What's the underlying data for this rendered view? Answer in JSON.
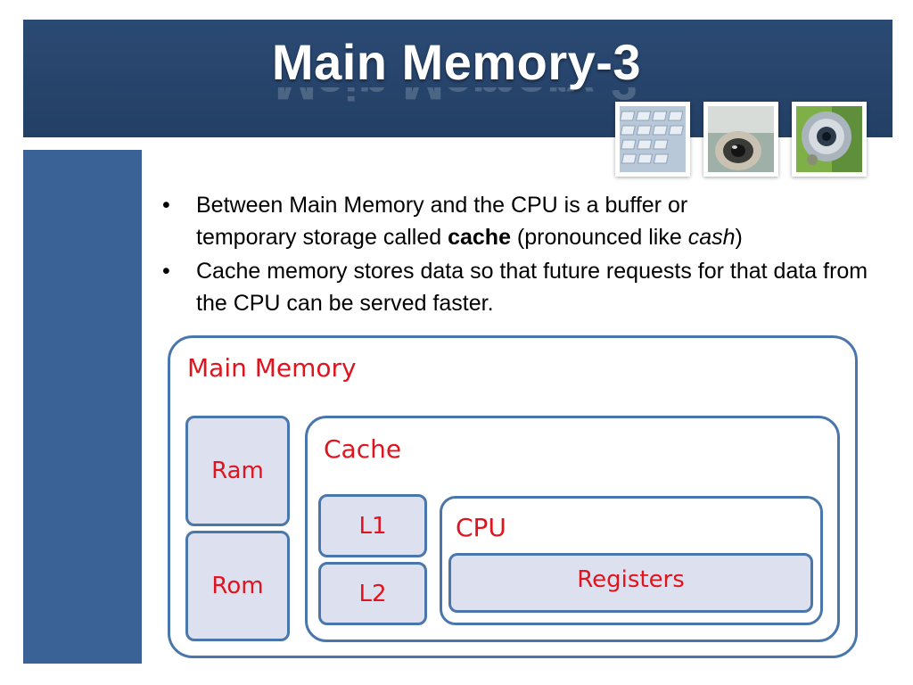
{
  "slide": {
    "title": "Main Memory-3"
  },
  "thumbnails": [
    {
      "icon": "keyboard-photo-icon"
    },
    {
      "icon": "camera-lens-photo-icon"
    },
    {
      "icon": "webcam-photo-icon"
    }
  ],
  "bullets": [
    {
      "part1": "Between Main Memory and the CPU is a buffer or temporary storage called ",
      "bold": "cache",
      "part2": " (pronounced like ",
      "italic": "cash",
      "part3": ")"
    },
    {
      "text": "Cache memory stores data so that future requests for that data from the CPU can be served faster."
    }
  ],
  "diagram": {
    "main_memory": "Main Memory",
    "ram": "Ram",
    "rom": "Rom",
    "cache": "Cache",
    "l1": "L1",
    "l2": "L2",
    "cpu": "CPU",
    "registers": "Registers"
  },
  "colors": {
    "header": "#2b4a73",
    "sidebar": "#3b6296",
    "box_border": "#4a77ab",
    "box_fill": "#dde0ee",
    "label_red": "#e0141e"
  }
}
